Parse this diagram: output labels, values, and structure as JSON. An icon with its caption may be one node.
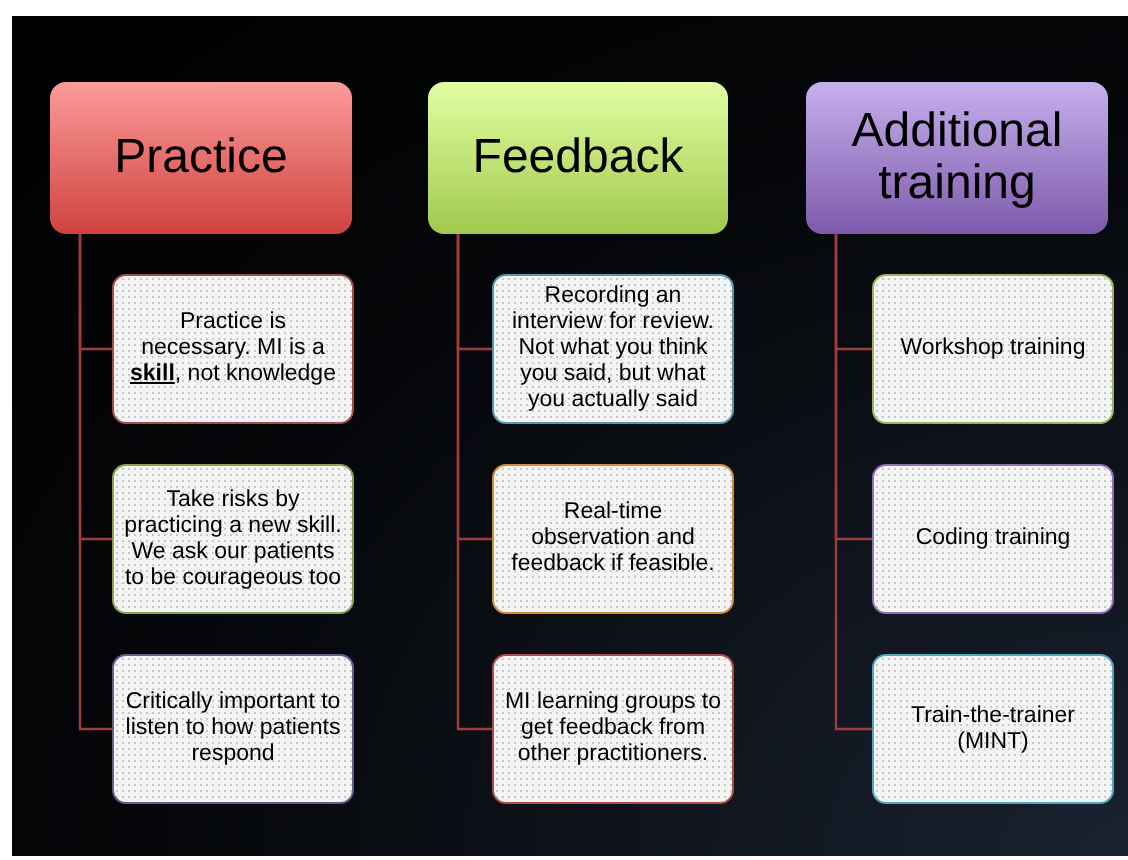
{
  "diagram": {
    "nodes": [
      {
        "text": [
          "Practice"
        ]
      },
      {
        "text": [
          "Feedback"
        ]
      },
      {
        "text": [
          "Additional training"
        ]
      },
      {
        "text": [
          "Practice is necessary. MI is a **skill**, not knowledge"
        ]
      },
      {
        "text": [
          "Take risks by practicing a new skill. We ask our patients to be courageous too"
        ]
      },
      {
        "text": [
          "Critically important to listen to how patients respond"
        ]
      },
      {
        "text": [
          "Recording an interview for review. Not what you think you said, but what you actually said"
        ]
      },
      {
        "text": [
          "Real-time observation and feedback if feasible."
        ]
      },
      {
        "text": [
          "MI learning groups to get feedback from other practitioners."
        ]
      },
      {
        "text": [
          "Workshop training"
        ]
      },
      {
        "text": [
          "Coding training"
        ]
      },
      {
        "text": [
          "Train-the-trainer (MINT)"
        ]
      }
    ],
    "edges": [
      {
        "from": 0,
        "to": 3,
        "arrow": "none"
      },
      {
        "from": 0,
        "to": 4,
        "arrow": "none"
      },
      {
        "from": 0,
        "to": 5,
        "arrow": "none"
      },
      {
        "from": 1,
        "to": 6,
        "arrow": "none"
      },
      {
        "from": 1,
        "to": 7,
        "arrow": "none"
      },
      {
        "from": 1,
        "to": 8,
        "arrow": "none"
      },
      {
        "from": 2,
        "to": 9,
        "arrow": "none"
      },
      {
        "from": 2,
        "to": 10,
        "arrow": "none"
      },
      {
        "from": 2,
        "to": 11,
        "arrow": "none"
      }
    ]
  }
}
